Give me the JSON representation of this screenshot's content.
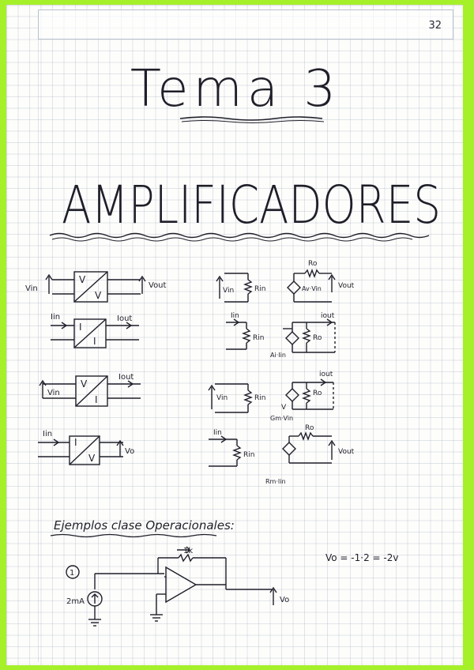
{
  "page_number": "32",
  "title": "Tema 3",
  "subtitle": "Amplificadores",
  "blocks": {
    "voltage": {
      "in": "Vin",
      "out": "Vout",
      "top": "V",
      "bottom": "V"
    },
    "current": {
      "in": "Iin",
      "out": "Iout",
      "top": "I",
      "bottom": "I"
    },
    "transconductance": {
      "in": "Vin",
      "out": "Iout",
      "top": "V",
      "bottom": "I"
    },
    "transresistance": {
      "in": "Iin",
      "out": "Vo",
      "top": "I",
      "bottom": "V"
    }
  },
  "models": {
    "voltage": {
      "vin": "Vin",
      "rin": "Rin",
      "ro": "Ro",
      "src": "Av·Vin",
      "vout": "Vout"
    },
    "current": {
      "iin": "Iin",
      "rin": "Rin",
      "src": "Ai·Iin",
      "ro": "Ro",
      "iout": "iout"
    },
    "transconductance": {
      "vin": "Vin",
      "rin": "Rin",
      "v": "V",
      "src": "Gm·Vin",
      "ro": "Ro",
      "iout": "iout"
    },
    "transresistance": {
      "iin": "Iin",
      "rin": "Rin",
      "ro": "Ro",
      "vout": "Vout",
      "src": "Rm·Iin"
    }
  },
  "examples_heading": "Ejemplos clase Operacionales:",
  "example1": {
    "number": "1",
    "source": "2mA",
    "feedback": "1k",
    "output": "Vo",
    "equation": "Vo = -1·2 = -2v"
  }
}
